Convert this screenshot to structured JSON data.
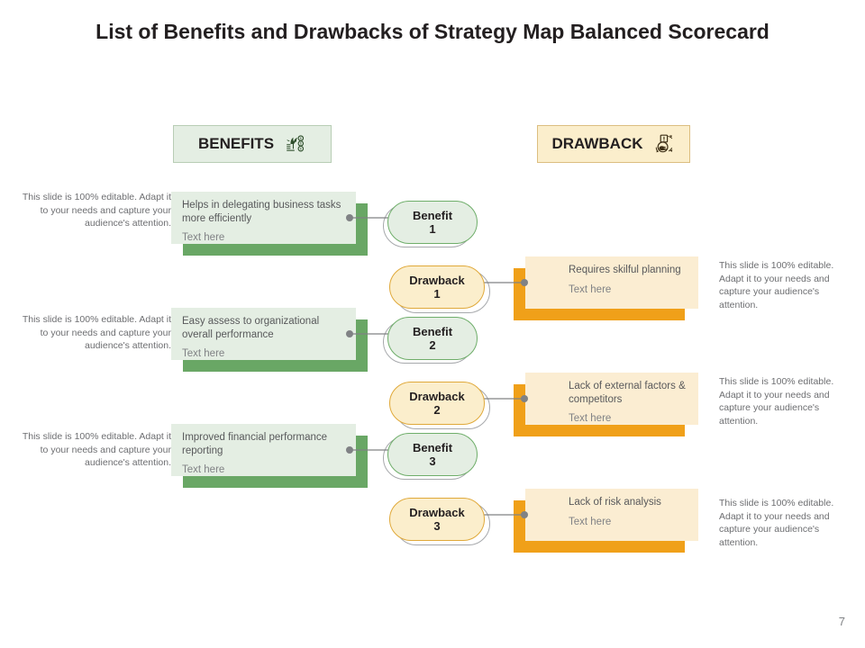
{
  "slide": {
    "title": "List of Benefits and Drawbacks of Strategy Map Balanced Scorecard",
    "page_number": "7",
    "colors": {
      "green_accent": "#69a765",
      "green_light": "#e4eee3",
      "orange_accent": "#f0a019",
      "orange_light": "#fbedd2",
      "cream": "#fbeecc",
      "text_dark": "#231f20",
      "text_gray": "#6d6e71",
      "connector": "#808285"
    }
  },
  "headers": {
    "benefits": {
      "label": "BENEFITS",
      "icon": "plant-growth-coins-icon"
    },
    "drawback": {
      "label": "DRAWBACK",
      "icon": "hand-warning-risk-icon"
    }
  },
  "benefits": {
    "items": [
      {
        "pill_label": "Benefit",
        "pill_number": "1",
        "card_title": "Helps in delegating business tasks more efficiently",
        "card_sub": "Text here",
        "description": "This slide is 100% editable. Adapt it to your needs and capture your audience's attention."
      },
      {
        "pill_label": "Benefit",
        "pill_number": "2",
        "card_title": "Easy assess to organizational overall  performance",
        "card_sub": "Text here",
        "description": "This slide is 100% editable. Adapt it to your needs and capture your audience's attention."
      },
      {
        "pill_label": "Benefit",
        "pill_number": "3",
        "card_title": "Improved financial performance reporting",
        "card_sub": "Text here",
        "description": "This slide is 100% editable. Adapt it to your needs and capture your audience's attention."
      }
    ]
  },
  "drawbacks": {
    "items": [
      {
        "pill_label": "Drawback",
        "pill_number": "1",
        "card_title": "Requires skilful planning",
        "card_sub": "Text here",
        "description": "This slide is 100% editable. Adapt it to your needs and capture your audience's attention."
      },
      {
        "pill_label": "Drawback",
        "pill_number": "2",
        "card_title": "Lack of external factors & competitors",
        "card_sub": "Text here",
        "description": "This slide is 100% editable. Adapt it to your needs and capture your audience's attention."
      },
      {
        "pill_label": "Drawback",
        "pill_number": "3",
        "card_title": "Lack of risk analysis",
        "card_sub": "Text here",
        "description": "This slide is 100% editable. Adapt it to your needs and capture your audience's attention."
      }
    ]
  }
}
